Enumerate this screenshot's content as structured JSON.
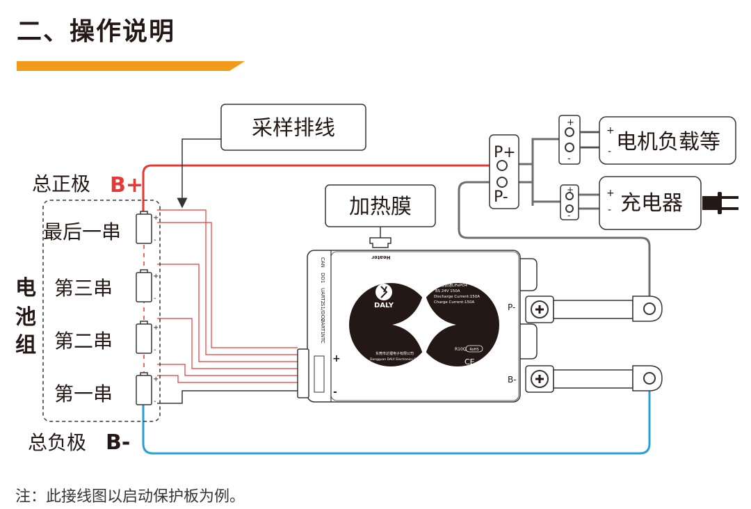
{
  "header": {
    "title": "二、操作说明"
  },
  "labels": {
    "sampling_harness": "采样排线",
    "heater_film": "加热膜",
    "total_positive": "总正极",
    "b_plus": "B+",
    "total_negative": "总负极",
    "b_minus": "B-",
    "battery_pack": [
      "电",
      "池",
      "组"
    ],
    "cells": [
      "最后一串",
      "第三串",
      "第二串",
      "第一串"
    ],
    "motor_load": "电机负载等",
    "charger": "充电器",
    "p_plus": "P+",
    "p_minus": "P-",
    "sign_plus": "+",
    "sign_minus": "-",
    "board_p_minus": "P-",
    "board_b_minus": "B-",
    "board_ports": [
      "CAN",
      "DO1",
      "UART2",
      "S1/DO2",
      "UART1",
      "NTC"
    ],
    "board_heater": "Heater",
    "logo": "DALY",
    "spec_title": "磷酸铁锂LiFePO4",
    "spec_line": "8S   24V   150A",
    "spec_discharge": "Discharge Current:150A",
    "spec_charge": "Charge     Current:150A",
    "maker_cn": "东莞市达锂电子有限公司",
    "maker_en": "Dongguan DALY Electronics Co., Ltd",
    "model_code": "R10Q",
    "rohs": "RoHS",
    "ce": "CE"
  },
  "note": "注：此接线图以启动保护板为例。",
  "colors": {
    "accent_orange": "#F29A1A",
    "positive_red": "#E53935",
    "negative_blue": "#2A9FD6",
    "wire_gray": "#6d6d6d",
    "board_dark": "#231815"
  }
}
